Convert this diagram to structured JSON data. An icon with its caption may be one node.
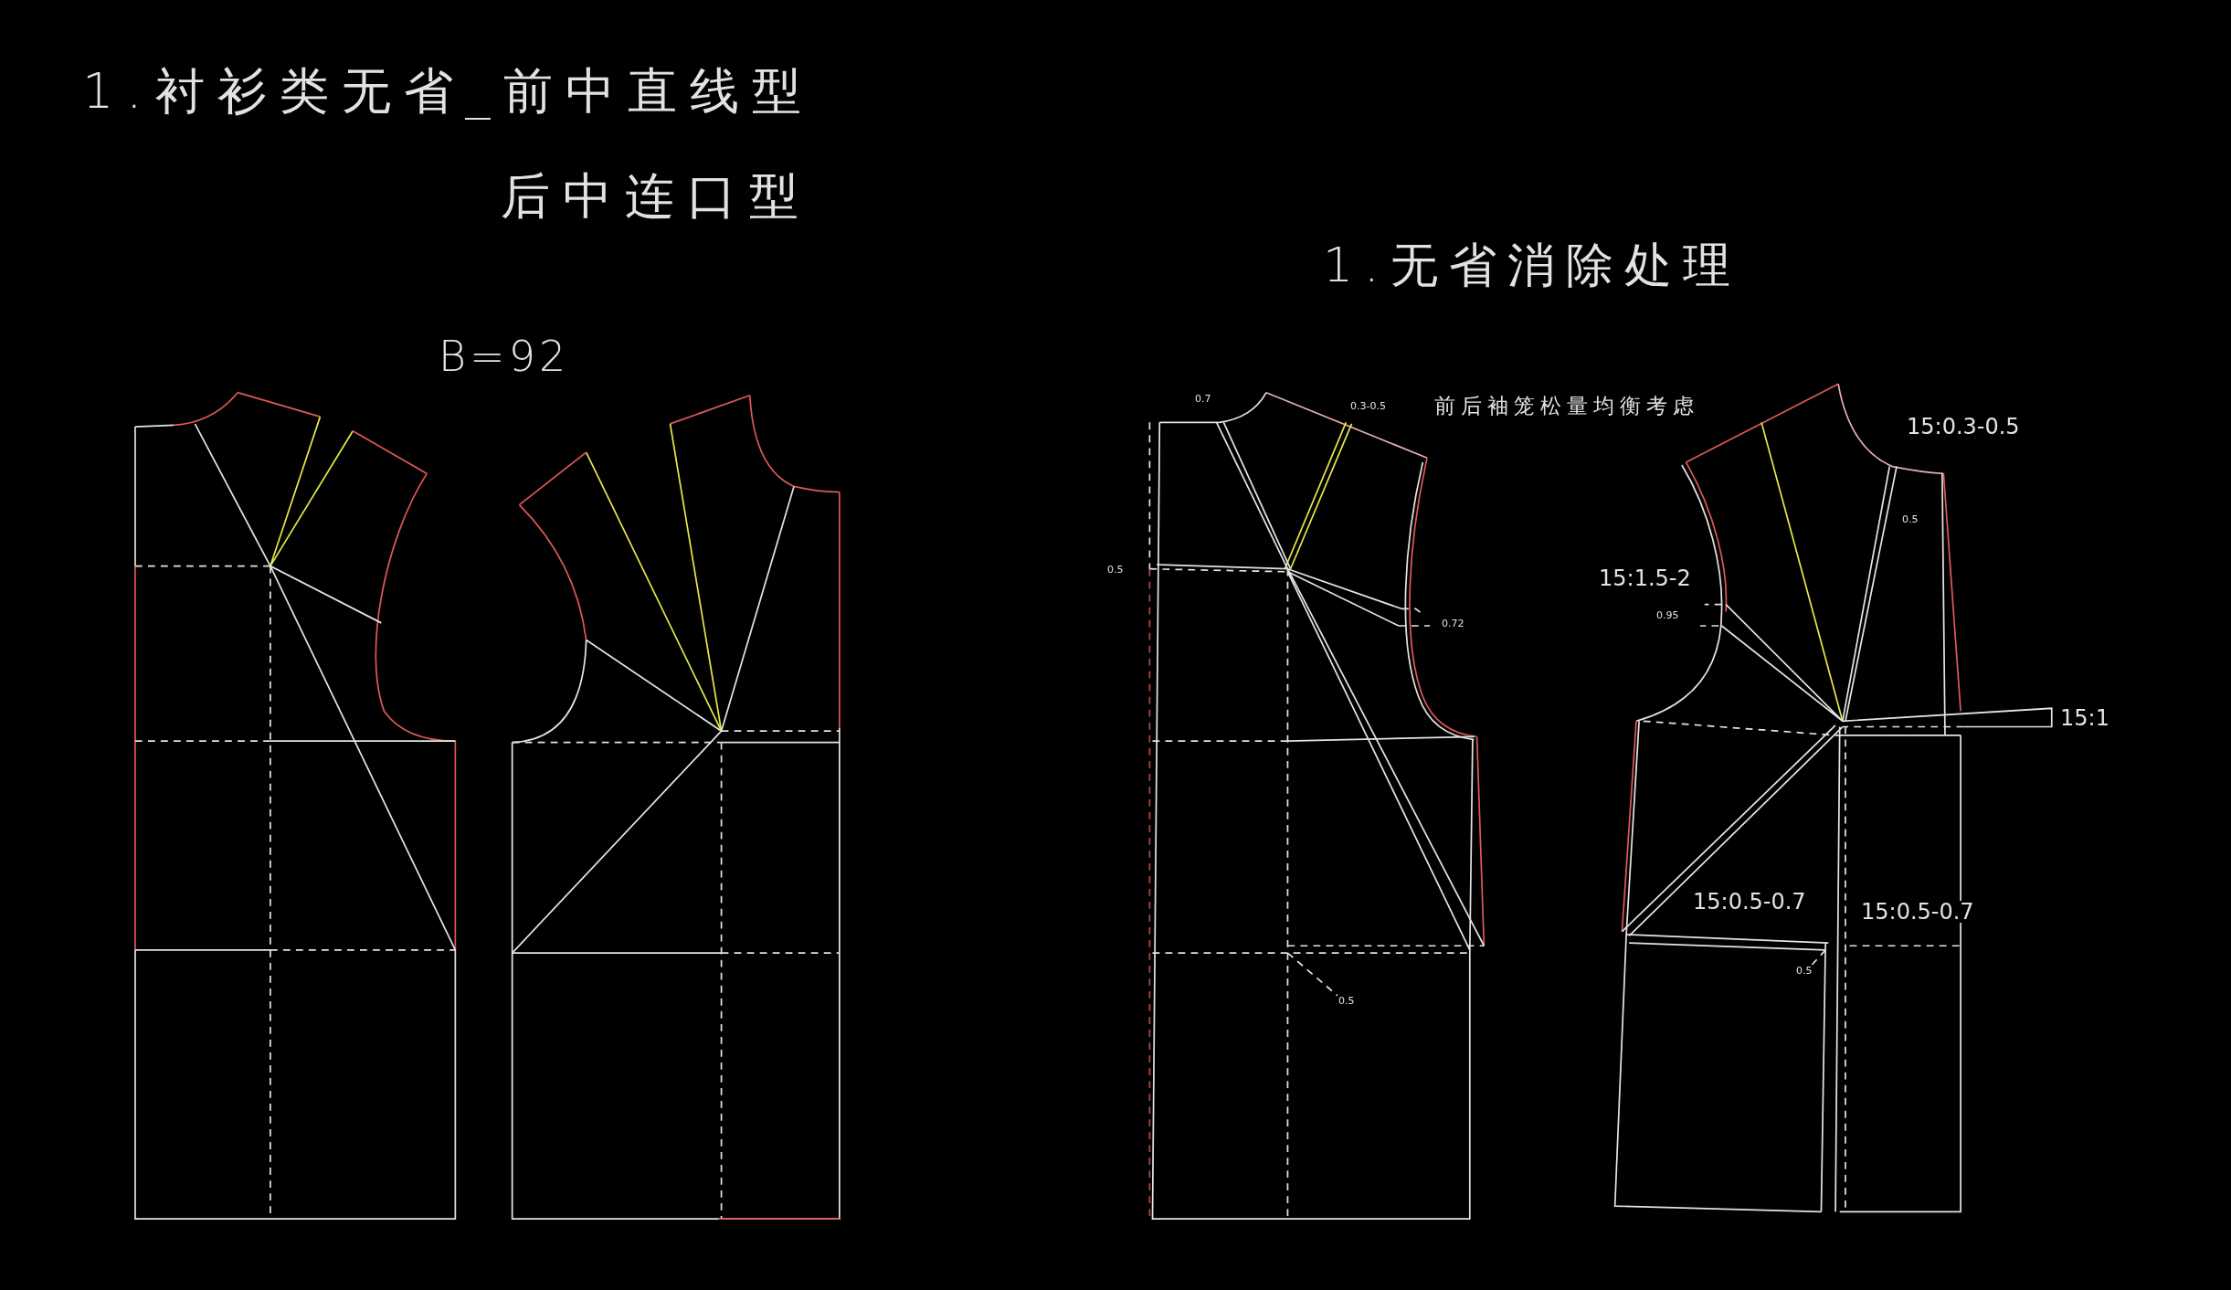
{
  "diagram": {
    "labels": [
      "1.衬衫类无省_前中直线型",
      "后中连口型",
      "B=92",
      "1.无省消除处理",
      "前后袖笼松量均衡考虑",
      "0.7",
      "0.3-0.5",
      "0.5",
      "0.72",
      "0.5",
      "15:0.3-0.5",
      "0.5",
      "15:1.5-2",
      "0.95",
      "15:1",
      "15:0.5-0.7",
      "15:0.5-0.7",
      "0.5"
    ]
  }
}
